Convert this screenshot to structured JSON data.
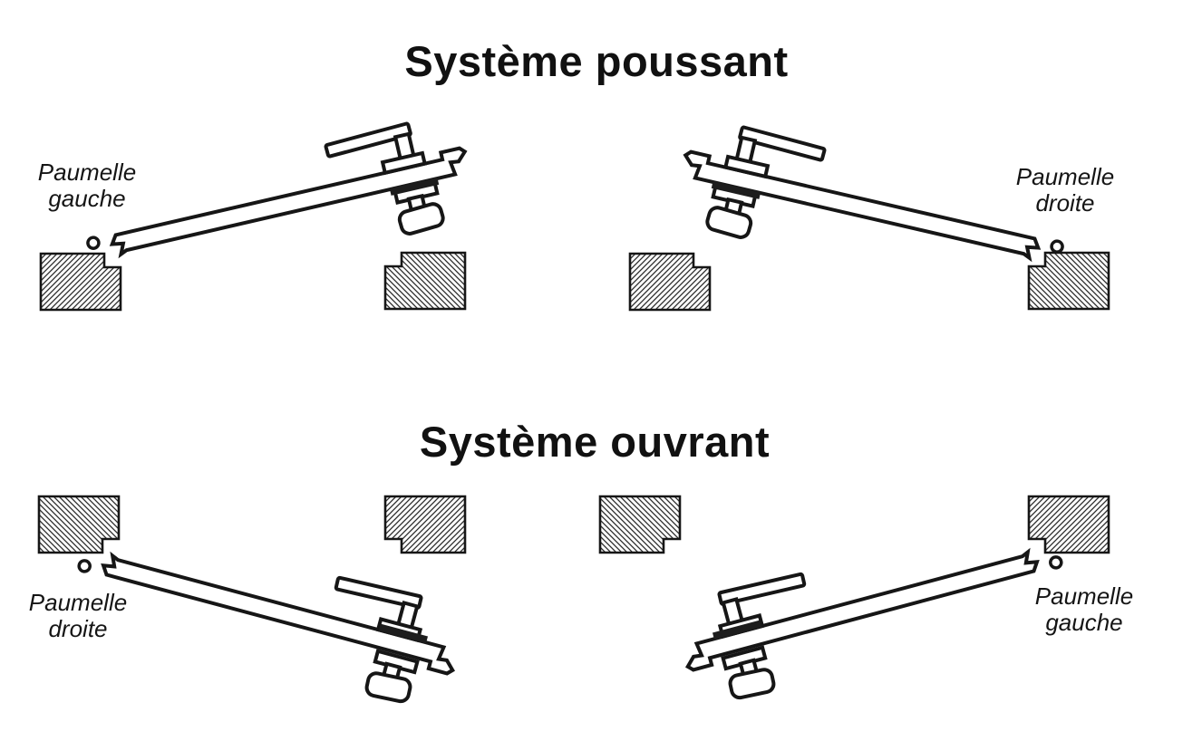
{
  "page": {
    "background_color": "#ffffff",
    "ink_color": "#161616",
    "hatch_color": "#2a2a2a",
    "description": "Technical drawing of door hinge handing: pushing vs opening systems"
  },
  "sections": [
    {
      "title": "Système poussant",
      "diagrams": [
        {
          "hinge_label": {
            "line1": "Paumelle",
            "line2": "gauche"
          },
          "hinge_side": "left",
          "door_swing": "up-right"
        },
        {
          "hinge_label": {
            "line1": "Paumelle",
            "line2": "droite"
          },
          "hinge_side": "right",
          "door_swing": "up-left"
        }
      ]
    },
    {
      "title": "Système ouvrant",
      "diagrams": [
        {
          "hinge_label": {
            "line1": "Paumelle",
            "line2": "droite"
          },
          "hinge_side": "left",
          "door_swing": "down-right"
        },
        {
          "hinge_label": {
            "line1": "Paumelle",
            "line2": "gauche"
          },
          "hinge_side": "right",
          "door_swing": "down-left"
        }
      ]
    }
  ]
}
